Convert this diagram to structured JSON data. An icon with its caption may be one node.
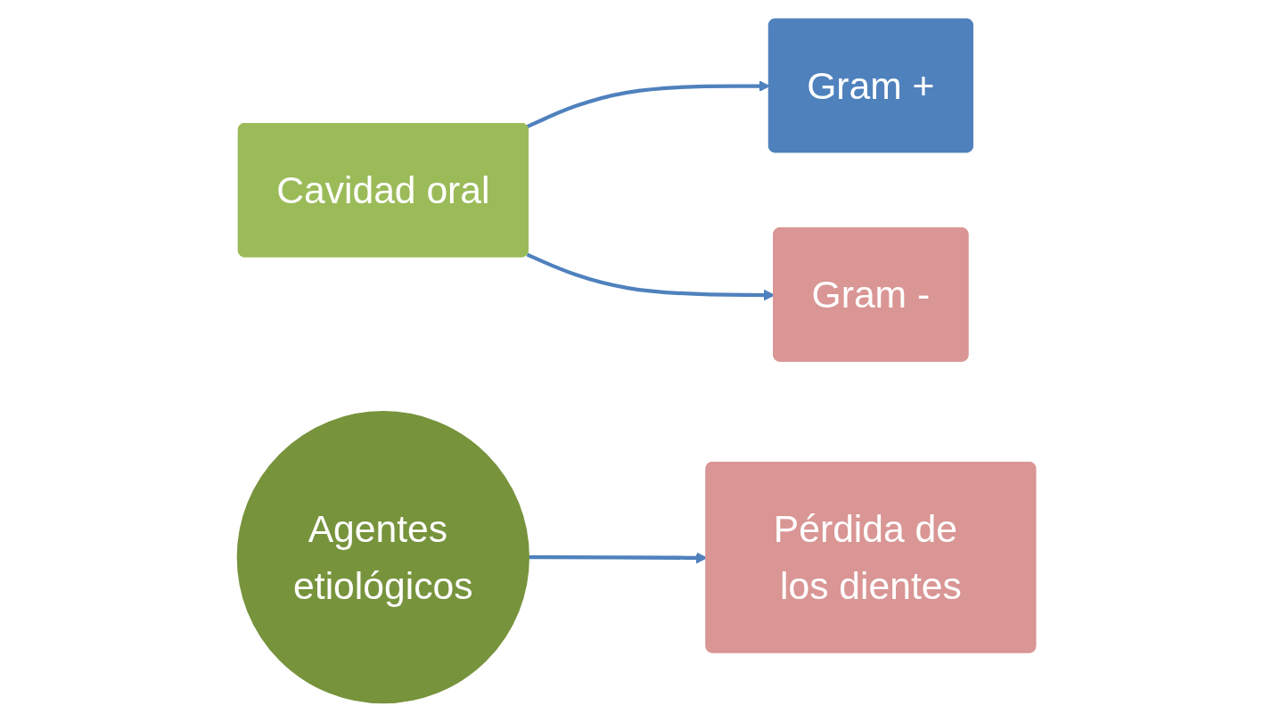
{
  "diagram": {
    "nodes": [
      {
        "text": [
          "Cavidad oral"
        ]
      },
      {
        "text": [
          "Gram +"
        ]
      },
      {
        "text": [
          "Gram -"
        ]
      },
      {
        "text": [
          "Agentes etiológicos"
        ]
      },
      {
        "text": [
          "Pérdida de los dientes"
        ]
      }
    ],
    "edges": [
      {
        "from": 0,
        "to": 1,
        "arrow": "to"
      },
      {
        "from": 0,
        "to": 2,
        "arrow": "to"
      },
      {
        "from": 3,
        "to": 4,
        "arrow": "to"
      }
    ]
  }
}
